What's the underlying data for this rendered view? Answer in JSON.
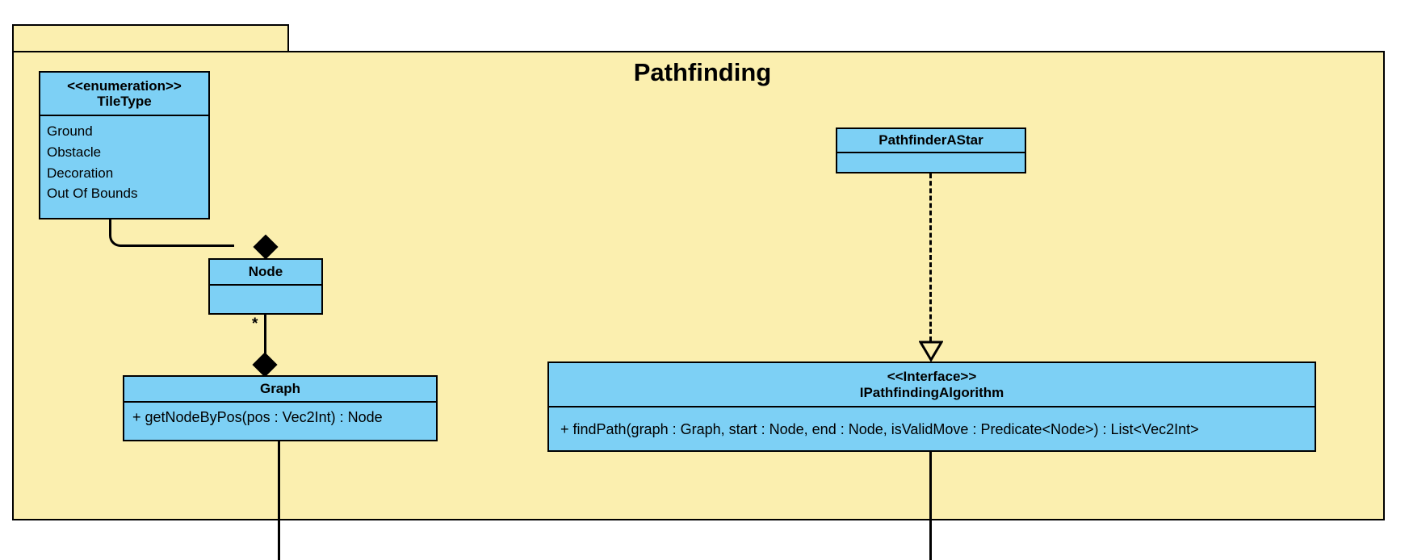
{
  "diagram": {
    "kind": "uml-class-diagram",
    "package": {
      "name": "Pathfinding",
      "tab_label": "",
      "fill_color": "#FBEFAF",
      "border_color": "#000000"
    },
    "class_fill_color": "#7DD0F5",
    "classes": [
      {
        "id": "tiletype",
        "stereotype": "<<enumeration>>",
        "name": "TileType",
        "literals": [
          "Ground",
          "Obstacle",
          "Decoration",
          "Out Of Bounds"
        ],
        "operations": []
      },
      {
        "id": "node",
        "stereotype": "",
        "name": "Node",
        "literals": [],
        "operations": []
      },
      {
        "id": "graph",
        "stereotype": "",
        "name": "Graph",
        "literals": [],
        "operations": [
          "+ getNodeByPos(pos : Vec2Int) : Node"
        ]
      },
      {
        "id": "astar",
        "stereotype": "",
        "name": "PathfinderAStar",
        "literals": [],
        "operations": []
      },
      {
        "id": "ipa",
        "stereotype": "<<Interface>>",
        "name": "IPathfindingAlgorithm",
        "literals": [],
        "operations": [
          "+ findPath(graph : Graph, start : Node, end : Node, isValidMove : Predicate<Node>) : List<Vec2Int>"
        ]
      }
    ],
    "relationships": [
      {
        "id": "tiletype-node",
        "type": "composition",
        "from": "TileType",
        "to": "Node",
        "source_multiplicity": "",
        "target_multiplicity": ""
      },
      {
        "id": "node-graph",
        "type": "composition",
        "from": "Node",
        "to": "Graph",
        "source_multiplicity": "*",
        "target_multiplicity": ""
      },
      {
        "id": "astar-ipa",
        "type": "realization",
        "from": "PathfinderAStar",
        "to": "IPathfindingAlgorithm",
        "source_multiplicity": "",
        "target_multiplicity": ""
      }
    ]
  }
}
